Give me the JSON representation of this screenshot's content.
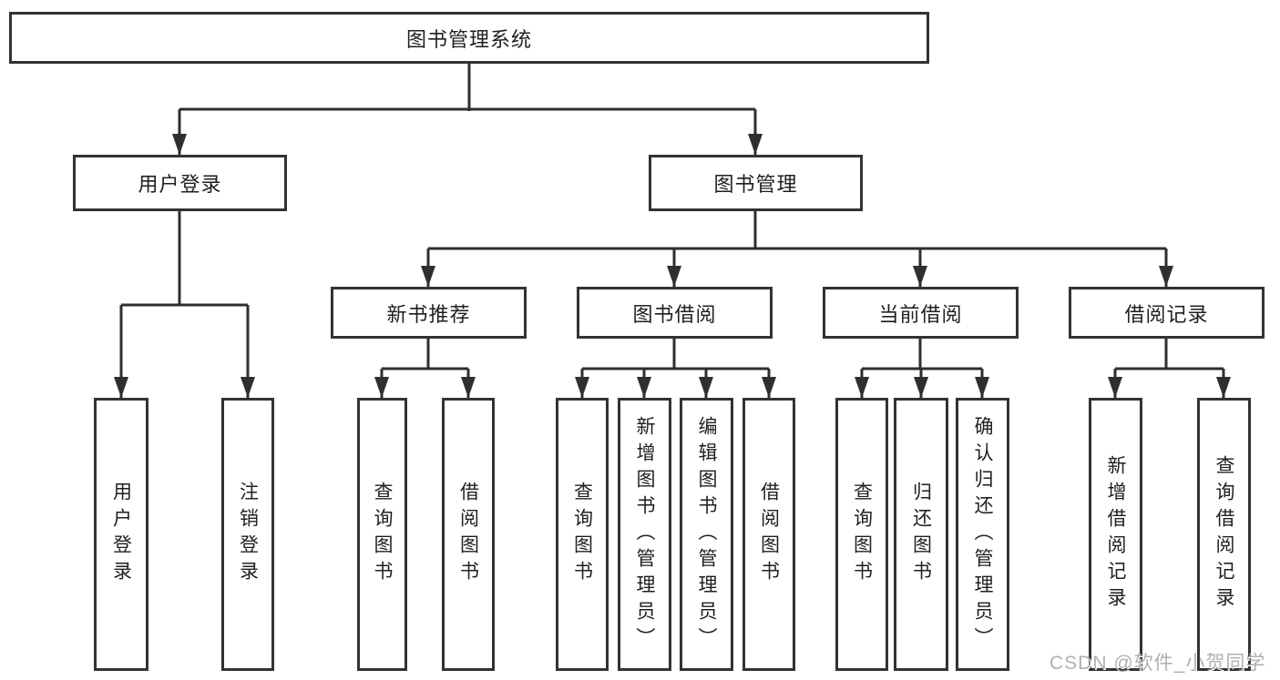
{
  "colors": {
    "background": "#ffffff",
    "box_border": "#333333",
    "connector_line": "#2f2f2f",
    "text": "#1f1f1f",
    "watermark": "#a2a2a2"
  },
  "watermark": {
    "text": "CSDN @软件_小贺同学"
  },
  "tree": {
    "root": {
      "label": "图书管理系统"
    },
    "branches": [
      {
        "label": "用户登录",
        "children": [
          {
            "label": "用户登录"
          },
          {
            "label": "注销登录"
          }
        ]
      },
      {
        "label": "图书管理",
        "children": [
          {
            "label": "新书推荐",
            "children": [
              {
                "label": "查询图书"
              },
              {
                "label": "借阅图书"
              }
            ]
          },
          {
            "label": "图书借阅",
            "children": [
              {
                "label": "查询图书"
              },
              {
                "label": "新增图书（管理员）"
              },
              {
                "label": "编辑图书（管理员）"
              },
              {
                "label": "借阅图书"
              }
            ]
          },
          {
            "label": "当前借阅",
            "children": [
              {
                "label": "查询图书"
              },
              {
                "label": "归还图书"
              },
              {
                "label": "确认归还（管理员）"
              }
            ]
          },
          {
            "label": "借阅记录",
            "children": [
              {
                "label": "新增借阅记录"
              },
              {
                "label": "查询借阅记录"
              }
            ]
          }
        ]
      }
    ]
  }
}
